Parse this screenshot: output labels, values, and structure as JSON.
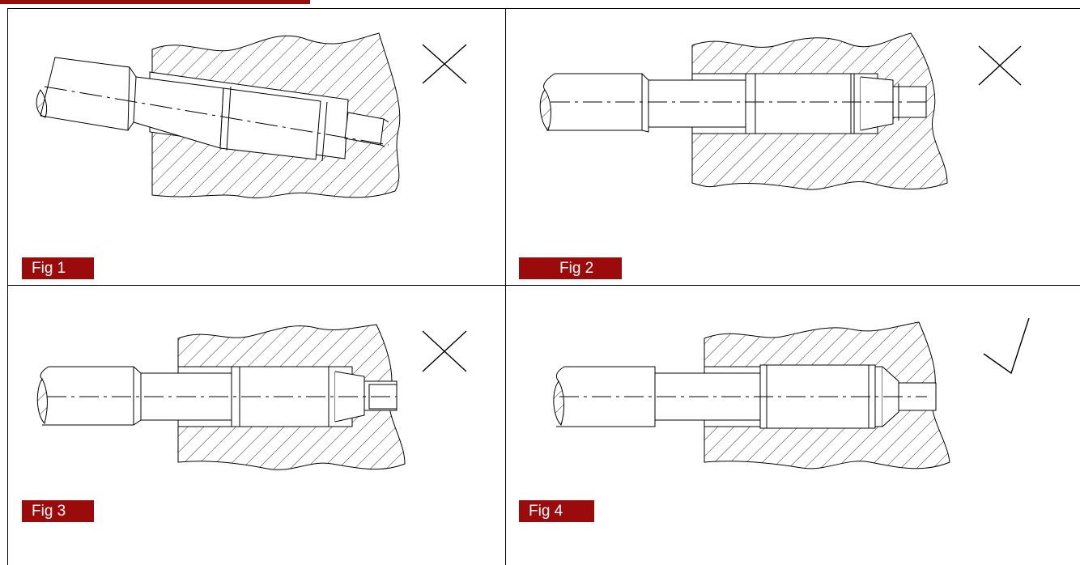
{
  "figures": [
    {
      "label": "Fig 1",
      "verdict": "incorrect",
      "verdict_icon": "cross-icon"
    },
    {
      "label": "Fig 2",
      "verdict": "incorrect",
      "verdict_icon": "cross-icon"
    },
    {
      "label": "Fig 3",
      "verdict": "incorrect",
      "verdict_icon": "cross-icon"
    },
    {
      "label": "Fig 4",
      "verdict": "correct",
      "verdict_icon": "check-icon"
    }
  ],
  "colors": {
    "label_bg": "#9b0b0b",
    "label_text": "#ffffff",
    "line": "#000000"
  }
}
